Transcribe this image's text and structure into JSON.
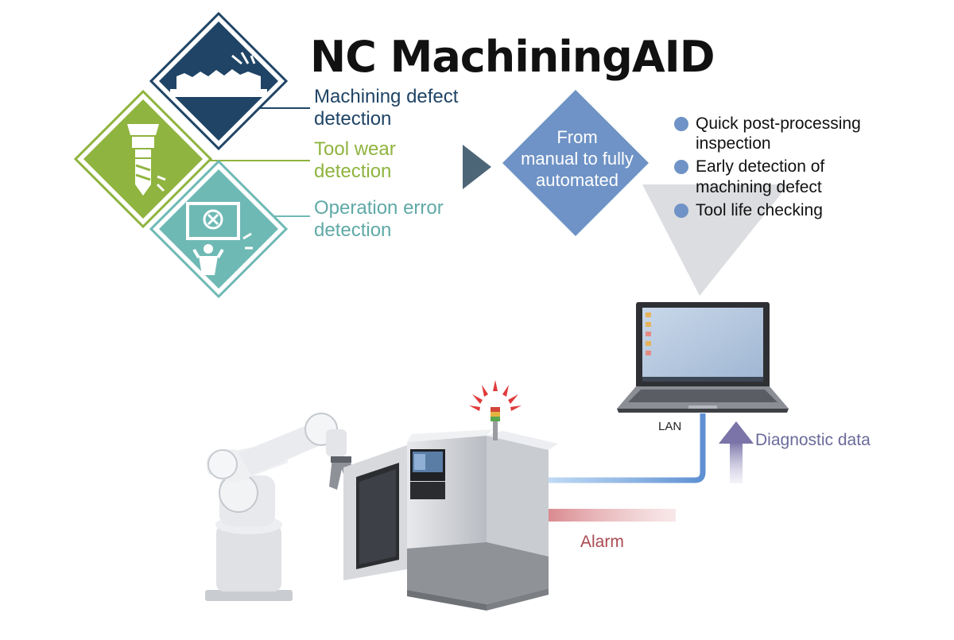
{
  "title": "NC MachiningAID",
  "features": [
    {
      "label": "Machining defect detection",
      "line1": "Machining defect",
      "line2": "detection",
      "icon": "machining-defect-icon"
    },
    {
      "label": "Tool wear detection",
      "line1": "Tool wear",
      "line2": "detection",
      "icon": "tool-wear-icon"
    },
    {
      "label": "Operation error detection",
      "line1": "Operation error",
      "line2": "detection",
      "icon": "operation-error-icon"
    }
  ],
  "center": {
    "line1": "From",
    "line2": "manual to fully",
    "line3": "automated"
  },
  "benefits": [
    {
      "line1": "Quick post-processing",
      "line2": "inspection"
    },
    {
      "line1": "Early detection of",
      "line2": "machining defect"
    },
    {
      "line1": "Tool life checking",
      "line2": ""
    }
  ],
  "labels": {
    "lan": "LAN",
    "diagnostic": "Diagnostic data",
    "alarm": "Alarm"
  },
  "colors": {
    "navy": "#1f4466",
    "green": "#8fb43f",
    "teal": "#6fb9b5",
    "steel_blue": "#6f93c6",
    "alarm_red": "#c0414a",
    "diagnostic_purple": "#7a74a8"
  }
}
